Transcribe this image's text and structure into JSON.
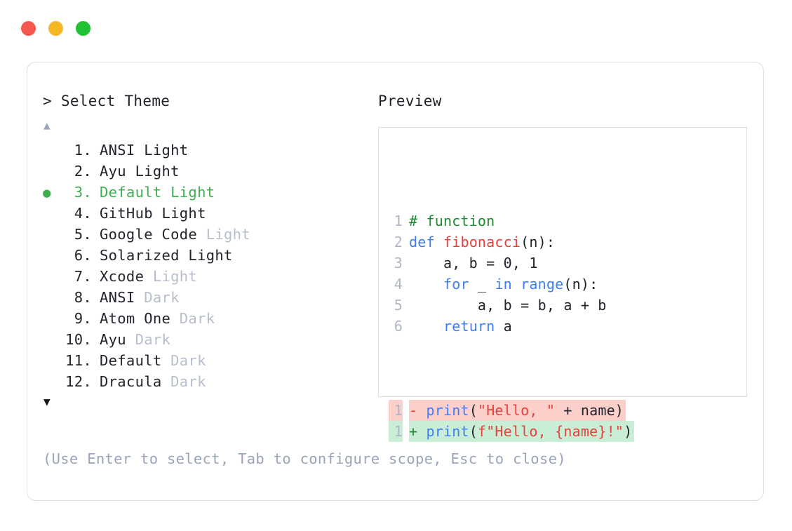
{
  "window": {
    "dots": [
      {
        "name": "close",
        "color": "#F4584F"
      },
      {
        "name": "minimize",
        "color": "#F5B724"
      },
      {
        "name": "maximize",
        "color": "#22C033"
      }
    ]
  },
  "prompt": {
    "heading": "> Select Theme",
    "scroll_up": "▲",
    "scroll_down": "▼",
    "selected_index": 3,
    "bullet": "●",
    "selected_color": "#3FAF52"
  },
  "themes": [
    {
      "num": "1.",
      "name": "ANSI",
      "variant": "Light",
      "variant_muted": false,
      "selected": false
    },
    {
      "num": "2.",
      "name": "Ayu",
      "variant": "Light",
      "variant_muted": false,
      "selected": false
    },
    {
      "num": "3.",
      "name": "Default",
      "variant": "Light",
      "variant_muted": false,
      "selected": true
    },
    {
      "num": "4.",
      "name": "GitHub",
      "variant": "Light",
      "variant_muted": false,
      "selected": false
    },
    {
      "num": "5.",
      "name": "Google Code",
      "variant": "Light",
      "variant_muted": true,
      "selected": false
    },
    {
      "num": "6.",
      "name": "Solarized",
      "variant": "Light",
      "variant_muted": false,
      "selected": false
    },
    {
      "num": "7.",
      "name": "Xcode",
      "variant": "Light",
      "variant_muted": true,
      "selected": false
    },
    {
      "num": "8.",
      "name": "ANSI",
      "variant": "Dark",
      "variant_muted": true,
      "selected": false
    },
    {
      "num": "9.",
      "name": "Atom One",
      "variant": "Dark",
      "variant_muted": true,
      "selected": false
    },
    {
      "num": "10.",
      "name": "Ayu",
      "variant": "Dark",
      "variant_muted": true,
      "selected": false
    },
    {
      "num": "11.",
      "name": "Default",
      "variant": "Dark",
      "variant_muted": true,
      "selected": false
    },
    {
      "num": "12.",
      "name": "Dracula",
      "variant": "Dark",
      "variant_muted": true,
      "selected": false
    }
  ],
  "preview": {
    "heading": "Preview",
    "code_lines": [
      {
        "num": "1",
        "tokens": [
          {
            "t": "# function",
            "c": "comment"
          }
        ]
      },
      {
        "num": "2",
        "tokens": [
          {
            "t": "def ",
            "c": "kw"
          },
          {
            "t": "fibonacci",
            "c": "fn"
          },
          {
            "t": "(n):",
            "c": "plain"
          }
        ]
      },
      {
        "num": "3",
        "tokens": [
          {
            "t": "    a, b = 0, 1",
            "c": "plain"
          }
        ]
      },
      {
        "num": "4",
        "tokens": [
          {
            "t": "    ",
            "c": "plain"
          },
          {
            "t": "for",
            "c": "kw"
          },
          {
            "t": " _ ",
            "c": "plain"
          },
          {
            "t": "in range",
            "c": "kw"
          },
          {
            "t": "(n):",
            "c": "plain"
          }
        ]
      },
      {
        "num": "5",
        "tokens": [
          {
            "t": "        a, b = b, a + b",
            "c": "plain"
          }
        ]
      },
      {
        "num": "6",
        "tokens": [
          {
            "t": "    ",
            "c": "plain"
          },
          {
            "t": "return",
            "c": "kw"
          },
          {
            "t": " a",
            "c": "plain"
          }
        ]
      }
    ],
    "diff_lines": [
      {
        "num": "1",
        "kind": "del",
        "sign": "-",
        "tokens": [
          {
            "t": "print",
            "c": "kw"
          },
          {
            "t": "(",
            "c": "plain"
          },
          {
            "t": "\"Hello, \"",
            "c": "str"
          },
          {
            "t": " + name)",
            "c": "plain"
          }
        ]
      },
      {
        "num": "1",
        "kind": "add",
        "sign": "+",
        "tokens": [
          {
            "t": "print",
            "c": "kw"
          },
          {
            "t": "(",
            "c": "plain"
          },
          {
            "t": "f\"Hello, {name}!\"",
            "c": "str"
          },
          {
            "t": ")",
            "c": "plain"
          }
        ]
      }
    ]
  },
  "footer": {
    "hint": "(Use Enter to select, Tab to configure scope, Esc to close)"
  }
}
